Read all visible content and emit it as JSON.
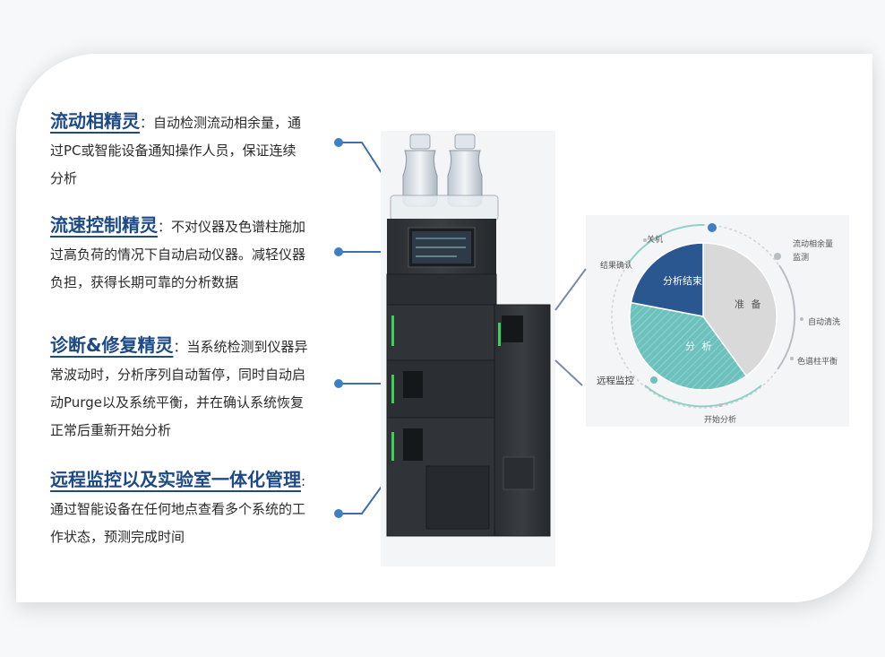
{
  "features": [
    {
      "title": "流动相精灵",
      "colon": "：",
      "lines": [
        "自动检测流动相余量，通",
        "过PC或智能设备通知操作人员，保证连续",
        "分析"
      ]
    },
    {
      "title": "流速控制精灵",
      "colon": "：",
      "lines": [
        "不对仪器及色谱柱施加",
        "过高负荷的情况下自动启动仪器。减轻仪器",
        "负担，获得长期可靠的分析数据"
      ]
    },
    {
      "title": "诊断&修复精灵",
      "colon": "：",
      "lines": [
        "当系统检测到仪器异",
        "常波动时，分析序列自动暂停，同时自动启",
        "动Purge以及系统平衡，并在确认系统恢复",
        "正常后重新开始分析"
      ]
    },
    {
      "title": "远程监控以及实验室一体化管理",
      "colon": ":",
      "lines": [
        "通过智能设备在任何地点查看多个系统的工",
        "作状态，预测完成时间"
      ]
    }
  ],
  "cycle": {
    "pie": [
      {
        "label": "准 备",
        "fraction": 0.4,
        "color": "#d9d9d9",
        "text_color": "#555555"
      },
      {
        "label": "分 析",
        "fraction": 0.38,
        "color": "#6cc1bd",
        "text_color": "#ffffff"
      },
      {
        "label": "分析结束",
        "fraction": 0.22,
        "color": "#2b5791",
        "text_color": "#ffffff"
      }
    ],
    "labels": {
      "shutdown": "关机",
      "result_confirm": "结果确认",
      "mobile_phase_line1": "流动相余量",
      "mobile_phase_line2": "监测",
      "auto_wash": "自动清洗",
      "column_equilibrium": "色谱柱平衡",
      "remote_monitor": "远程监控",
      "start_analysis": "开始分析"
    }
  },
  "colors": {
    "title": "#1d4a86",
    "dot": "#3f7fc4",
    "pie_gray": "#d9d9d9",
    "pie_teal": "#6cc1bd",
    "pie_blue": "#2b5791"
  }
}
